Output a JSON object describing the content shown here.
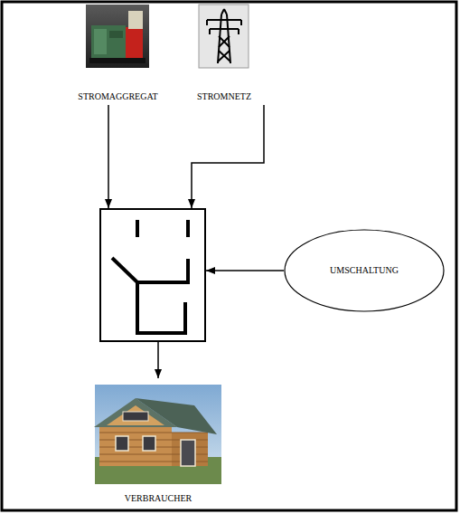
{
  "diagram": {
    "nodes": [
      {
        "text": [
          "STROMAGGREGAT"
        ]
      },
      {
        "text": [
          "STROMNETZ"
        ]
      },
      {
        "text": []
      },
      {
        "text": [
          "UMSCHALTUNG"
        ]
      },
      {
        "text": [
          "VERBRAUCHER"
        ]
      }
    ],
    "edges": [
      {
        "from": 0,
        "to": 2,
        "arrow": "to"
      },
      {
        "from": 1,
        "to": 2,
        "arrow": "to"
      },
      {
        "from": 3,
        "to": 2,
        "arrow": "to"
      },
      {
        "from": 2,
        "to": 4,
        "arrow": "to"
      }
    ]
  }
}
